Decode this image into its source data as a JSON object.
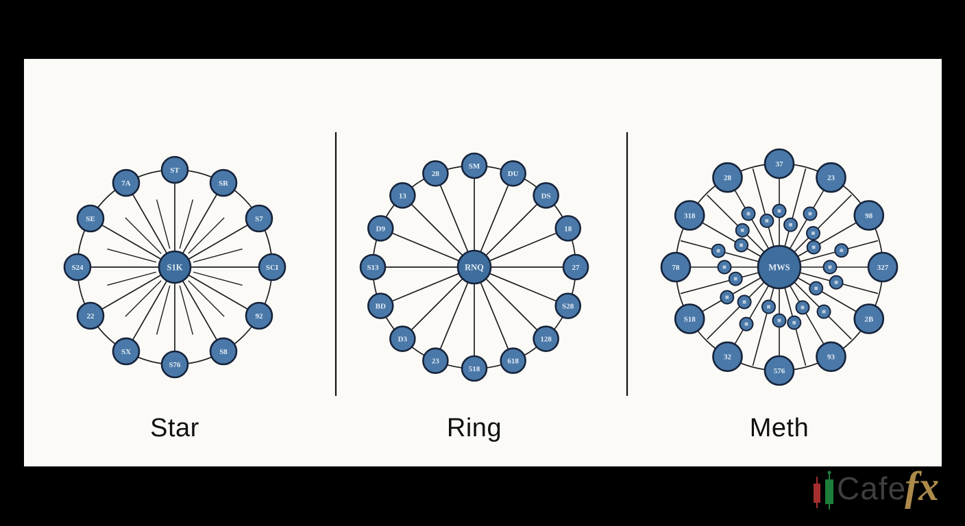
{
  "canvas": {
    "background": "#fbfaf7"
  },
  "colors": {
    "node_fill": "#4a79a9",
    "node_fill_center": "#3e6e9e",
    "node_stroke": "#16233a",
    "edge": "#1c1c1c",
    "divider": "#111111",
    "node_label": "#e4ecf4",
    "title": "#101010"
  },
  "panels": [
    {
      "title": "Star",
      "type": "star",
      "center_label": "S1K",
      "node_labels": [
        "ST",
        "SR",
        "S7",
        "SCI",
        "92",
        "S8",
        "S76",
        "SX",
        "22",
        "S24",
        "SE",
        "7A"
      ]
    },
    {
      "title": "Ring",
      "type": "ring",
      "center_label": "RNQ",
      "node_labels": [
        "SM",
        "DU",
        "DS",
        "18",
        "27",
        "S28",
        "128",
        "618",
        "518",
        "23",
        "D3",
        "BD",
        "S13",
        "D9",
        "13",
        "28"
      ]
    },
    {
      "title": "Meth",
      "type": "mesh",
      "center_label": "MWS",
      "node_labels": [
        "37",
        "23",
        "98",
        "327",
        "2B",
        "93",
        "576",
        "32",
        "S18",
        "78",
        "318",
        "28"
      ],
      "small_node_count": 24
    }
  ],
  "logo": {
    "text_main": "Cafe",
    "text_accent": "fx",
    "candle_red": "#a52f2f",
    "candle_green": "#1e7e3c"
  }
}
